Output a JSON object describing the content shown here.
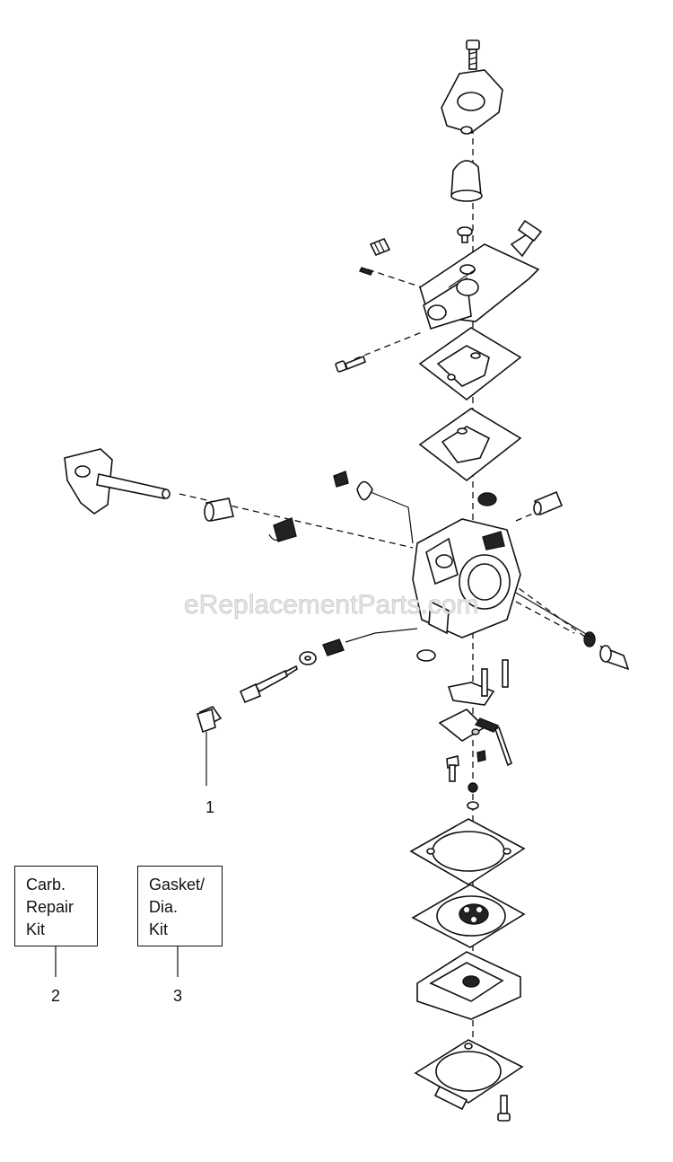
{
  "watermark": "eReplacementParts.com",
  "callouts": {
    "c1": "1",
    "c2": "2",
    "c3": "3"
  },
  "kit_boxes": {
    "repair_kit": {
      "line1": "Carb.",
      "line2": "Repair",
      "line3": "Kit"
    },
    "gasket_kit": {
      "line1": "Gasket/",
      "line2": "Dia.",
      "line3": "Kit"
    }
  },
  "colors": {
    "ink": "#111111",
    "paper": "#ffffff",
    "watermark": "#bcbcbc"
  }
}
